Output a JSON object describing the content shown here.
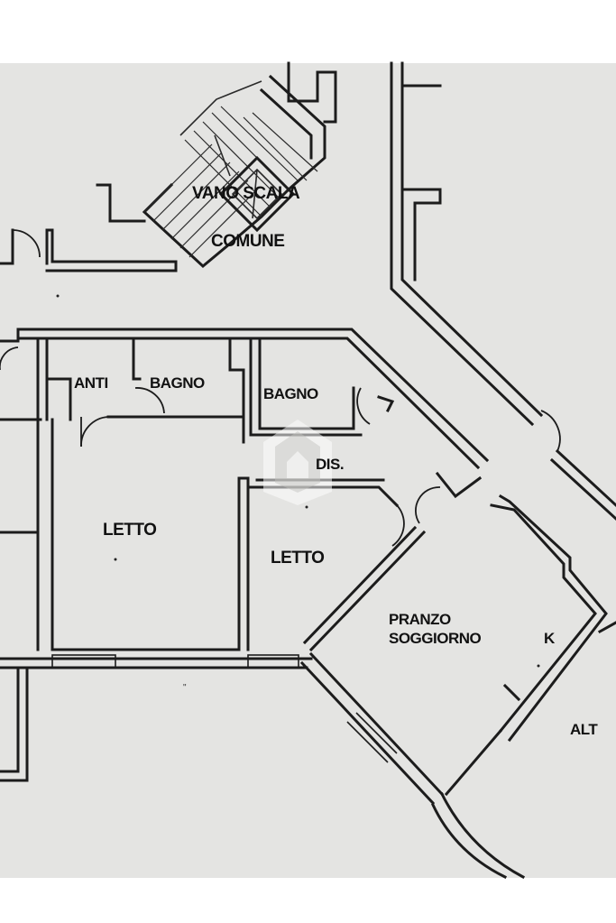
{
  "plan": {
    "colors": {
      "paper": "#e4e4e2",
      "ink": "#1c1c1c",
      "margin": "#ffffff"
    },
    "labels": {
      "vano_scala": "VANO SCALA",
      "comune": "COMUNE",
      "anti": "ANTI",
      "bagno_1": "BAGNO",
      "bagno_2": "BAGNO",
      "dis": "DIS.",
      "letto_1": "LETTO",
      "letto_2": "LETTO",
      "pranzo": "PRANZO",
      "soggiorno": "SOGGIORNO",
      "k": "K",
      "alt": "ALT"
    },
    "watermark_icon": "house-logo-icon"
  }
}
